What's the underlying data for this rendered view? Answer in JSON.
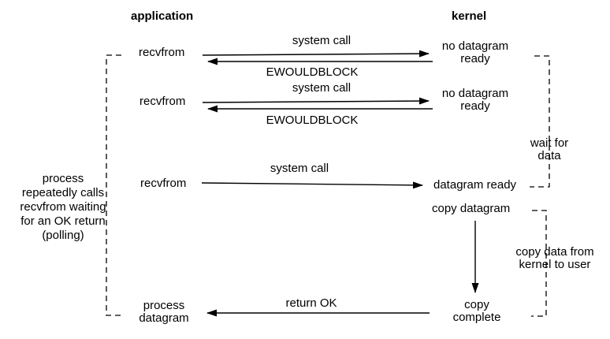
{
  "headers": {
    "application": "application",
    "kernel": "kernel"
  },
  "arrows": {
    "syscall1": "system call",
    "ewouldblock1": "EWOULDBLOCK",
    "syscall2": "system call",
    "ewouldblock2": "EWOULDBLOCK",
    "syscall3": "system call",
    "return_ok": "return OK"
  },
  "application_side": {
    "recvfrom1": "recvfrom",
    "recvfrom2": "recvfrom",
    "recvfrom3": "recvfrom",
    "process_datagram": "process\ndatagram"
  },
  "kernel_side": {
    "no_datagram_ready1": "no datagram\nready",
    "no_datagram_ready2": "no datagram\nready",
    "wait_for_data": "wait for\ndata",
    "datagram_ready": "datagram ready",
    "copy_datagram": "copy datagram",
    "copy_data_note": "copy data from\nkernel to user",
    "copy_complete": "copy\ncomplete"
  },
  "annotations": {
    "polling_note": "process\nrepeatedly calls\nrecvfrom waiting\nfor an OK return\n(polling)"
  },
  "colors": {
    "line": "#000000",
    "text": "#000000",
    "background": "#ffffff"
  }
}
